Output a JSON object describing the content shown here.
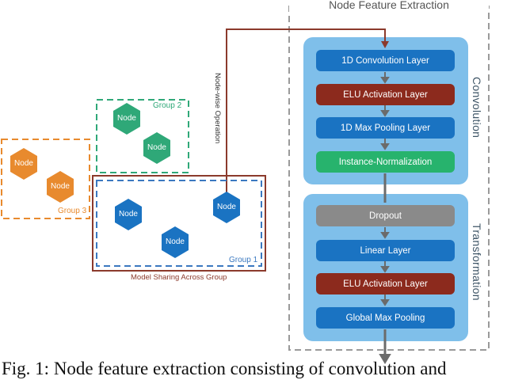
{
  "extraction": {
    "title": "Node Feature Extraction",
    "convolution_label": "Convolution",
    "transformation_label": "Transformation",
    "conv_layers": [
      "1D Convolution Layer",
      "ELU Activation Layer",
      "1D Max Pooling Layer",
      "Instance-Normalization"
    ],
    "trans_layers": [
      "Dropout",
      "Linear Layer",
      "ELU Activation Layer",
      "Global Max Pooling"
    ]
  },
  "groups": {
    "group1_label": "Group 1",
    "group2_label": "Group 2",
    "group3_label": "Group 3",
    "node_label": "Node"
  },
  "annotations": {
    "sharing": "Model Sharing Across Group",
    "nodewise": "Node-wise Operation"
  },
  "colors": {
    "layer_blue": "#1a73c2",
    "layer_red": "#8c2a1d",
    "layer_green": "#27b36d",
    "layer_gray": "#8a8a8a",
    "panel_blue": "#7fbfea",
    "group1": "#3a78c0",
    "group2": "#2fa878",
    "group3": "#e88a2e",
    "sharing_box": "#8b3a2c"
  },
  "caption": "Fig. 1: Node feature extraction consisting of convolution and"
}
